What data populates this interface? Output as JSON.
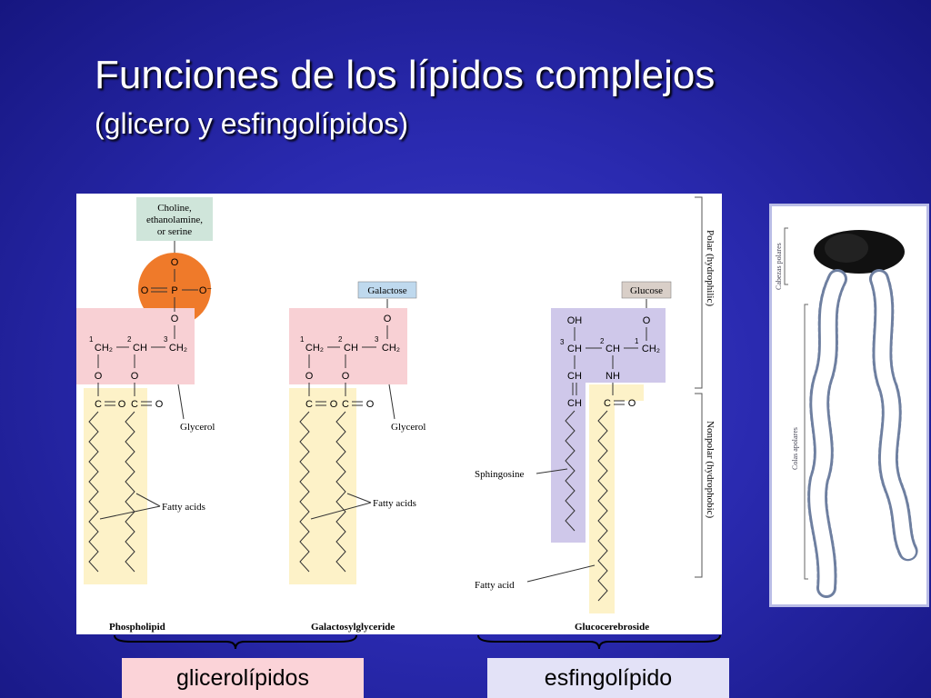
{
  "slide": {
    "title": "Funciones de los lípidos complejos",
    "subtitle": "(glicero y esfingolípidos)"
  },
  "figure": {
    "head_groups": {
      "choline_lines": [
        "Choline,",
        "ethanolamine,",
        "or serine"
      ],
      "galactose": "Galactose",
      "glucose": "Glucose"
    },
    "atoms": {
      "O": "O",
      "P": "P",
      "O_minus": "O⁻",
      "CH2": "CH₂",
      "CH": "CH",
      "NH": "NH",
      "OH": "OH",
      "C": "C",
      "n1": "1",
      "n2": "2",
      "n3": "3"
    },
    "labels": {
      "glycerol": "Glycerol",
      "fatty_acids": "Fatty acids",
      "sphingosine": "Sphingosine",
      "fatty_acid": "Fatty acid",
      "polar": "Polar (hydrophilic)",
      "nonpolar": "Nonpolar (hydrophobic)"
    },
    "molecules": [
      "Phospholipid",
      "Galactosylglyceride",
      "Glucocerebroside"
    ],
    "colors": {
      "head_green": "#cfe5da",
      "head_blue": "#bfd9ee",
      "head_brown": "#d9cfc8",
      "phosphate_orange": "#ef7a2a",
      "glycerol_pink": "#f8d0d4",
      "tail_yellow": "#fdf2c8",
      "sphingosine_purple": "#cfc8ea"
    }
  },
  "micrograph": {
    "polar_label": "Cabezas polares",
    "apolar_label": "Colas apolares"
  },
  "groups": {
    "glycero": "glicerolípidos",
    "sphingo": "esfingolípido"
  }
}
